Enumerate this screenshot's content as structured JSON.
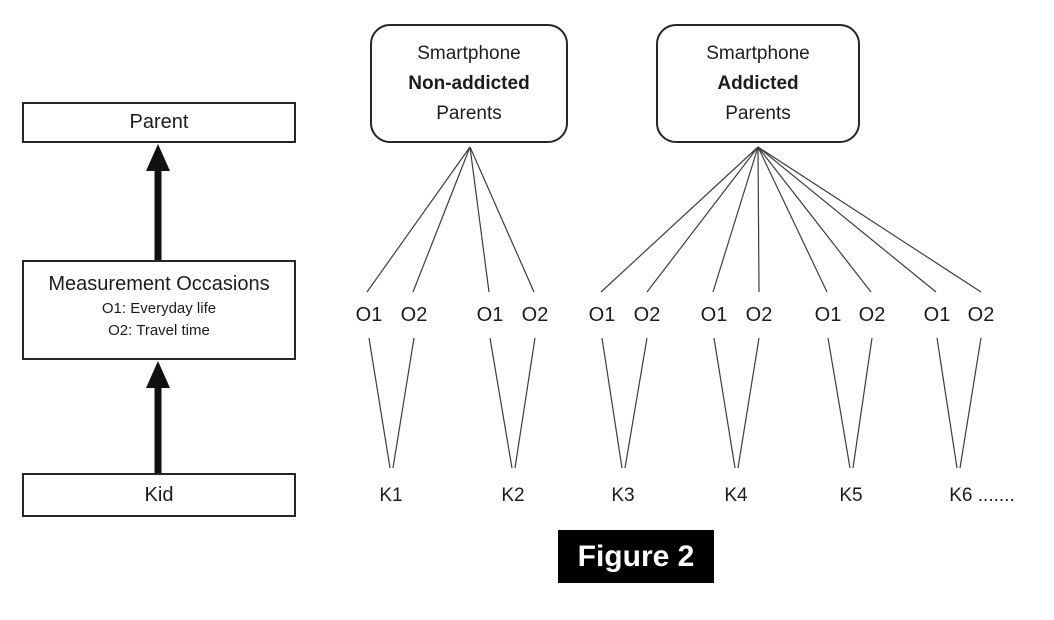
{
  "figure": {
    "caption": "Figure 2",
    "colors": {
      "line": "#3d3d3d",
      "box_border": "#262626",
      "arrow": "#111111",
      "caption_bg": "#000000",
      "caption_fg": "#ffffff",
      "background": "#ffffff"
    }
  },
  "left_panel": {
    "parent_box_label": "Parent",
    "measurement_box": {
      "title": "Measurement Occasions",
      "occasion1": "O1: Everyday life",
      "occasion2": "O2: Travel time"
    },
    "kid_box_label": "Kid"
  },
  "right_panel": {
    "group_nonaddicted": {
      "line1": "Smartphone",
      "line2": "Non-addicted",
      "line3": "Parents"
    },
    "group_addicted": {
      "line1": "Smartphone",
      "line2": "Addicted",
      "line3": "Parents"
    },
    "occasion_labels": [
      "O1",
      "O2",
      "O1",
      "O2",
      "O1",
      "O2",
      "O1",
      "O2",
      "O1",
      "O2",
      "O1",
      "O2"
    ],
    "kid_labels": [
      "K1",
      "K2",
      "K3",
      "K4",
      "K5",
      "K6 ......."
    ]
  }
}
